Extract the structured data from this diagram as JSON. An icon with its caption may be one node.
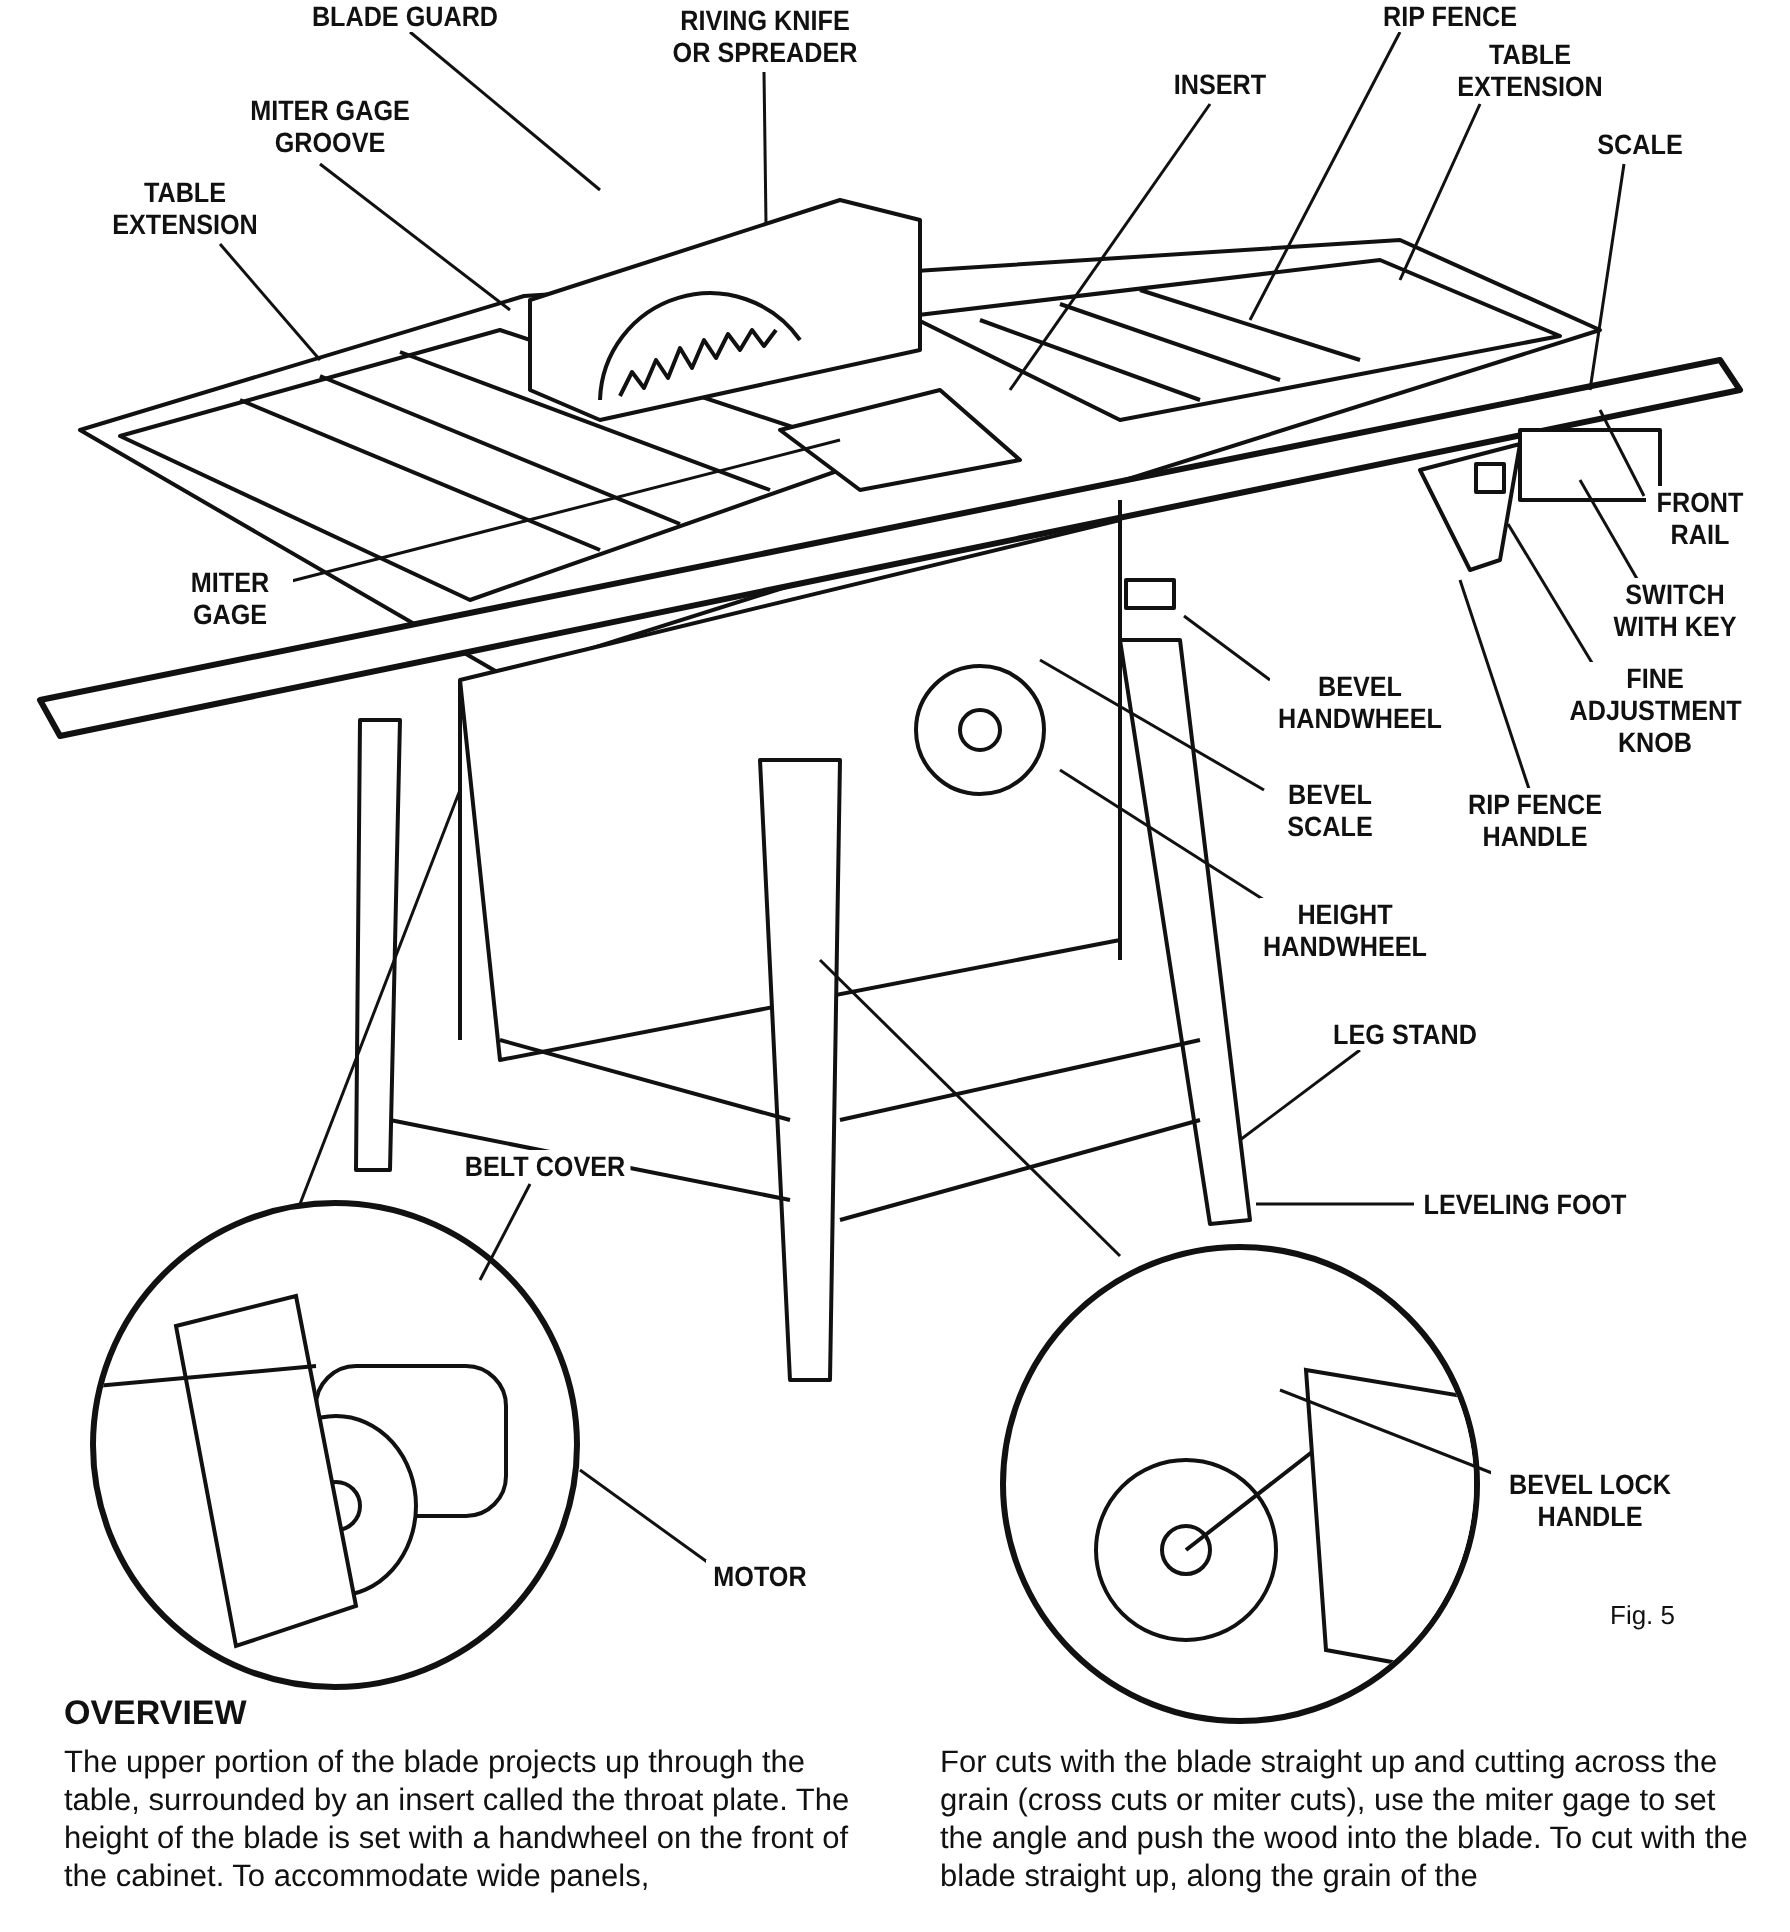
{
  "diagram": {
    "nodes": [
      {
        "text": [
          "BLADE GUARD"
        ]
      },
      {
        "text": [
          "RIVING KNIFE OR SPREADER"
        ]
      },
      {
        "text": [
          "RIP FENCE"
        ]
      },
      {
        "text": [
          "INSERT"
        ]
      },
      {
        "text": [
          "TABLE EXTENSION"
        ]
      },
      {
        "text": [
          "SCALE"
        ]
      },
      {
        "text": [
          "MITER GAGE GROOVE"
        ]
      },
      {
        "text": [
          "TABLE EXTENSION"
        ]
      },
      {
        "text": [
          "MITER GAGE"
        ]
      },
      {
        "text": [
          "FRONT RAIL"
        ]
      },
      {
        "text": [
          "SWITCH WITH KEY"
        ]
      },
      {
        "text": [
          "FINE ADJUSTMENT KNOB"
        ]
      },
      {
        "text": [
          "RIP FENCE HANDLE"
        ]
      },
      {
        "text": [
          "BEVEL HANDWHEEL"
        ]
      },
      {
        "text": [
          "BEVEL SCALE"
        ]
      },
      {
        "text": [
          "HEIGHT HANDWHEEL"
        ]
      },
      {
        "text": [
          "LEG STAND"
        ]
      },
      {
        "text": [
          "LEVELING FOOT"
        ]
      },
      {
        "text": [
          "BELT COVER"
        ]
      },
      {
        "text": [
          "MOTOR"
        ]
      },
      {
        "text": [
          "BEVEL LOCK HANDLE"
        ]
      },
      {
        "text": [],
        "shape": "circle"
      },
      {
        "text": [],
        "shape": "circle"
      }
    ],
    "edges": [
      {
        "from": 0,
        "to": null,
        "arrow": "none"
      },
      {
        "from": 1,
        "to": null,
        "arrow": "none"
      },
      {
        "from": 2,
        "to": null,
        "arrow": "none"
      },
      {
        "from": 3,
        "to": null,
        "arrow": "none"
      },
      {
        "from": 4,
        "to": null,
        "arrow": "none"
      },
      {
        "from": 5,
        "to": null,
        "arrow": "none"
      },
      {
        "from": 6,
        "to": null,
        "arrow": "none"
      },
      {
        "from": 7,
        "to": null,
        "arrow": "none"
      },
      {
        "from": 8,
        "to": null,
        "arrow": "none"
      },
      {
        "from": 9,
        "to": null,
        "arrow": "none"
      },
      {
        "from": 10,
        "to": null,
        "arrow": "none"
      },
      {
        "from": 11,
        "to": null,
        "arrow": "none"
      },
      {
        "from": 12,
        "to": null,
        "arrow": "none"
      },
      {
        "from": 13,
        "to": null,
        "arrow": "none"
      },
      {
        "from": 14,
        "to": null,
        "arrow": "none"
      },
      {
        "from": 15,
        "to": null,
        "arrow": "none"
      },
      {
        "from": 16,
        "to": null,
        "arrow": "none"
      },
      {
        "from": 17,
        "to": null,
        "arrow": "none"
      },
      {
        "from": 18,
        "to": 21,
        "arrow": "none"
      },
      {
        "from": 19,
        "to": 21,
        "arrow": "none"
      },
      {
        "from": 20,
        "to": 22,
        "arrow": "none"
      },
      {
        "from": null,
        "to": 21,
        "arrow": "none"
      },
      {
        "from": null,
        "to": 22,
        "arrow": "none"
      }
    ],
    "labels": [
      "Fig. 5",
      "OVERVIEW",
      "The upper portion of the blade projects up through the table, surrounded by an insert called the throat plate. The height of the blade is set with a handwheel on the front of the cabinet. To accommodate wide panels,",
      "For cuts with the blade straight up and cutting across the grain (cross cuts or miter cuts), use the miter gage to set the angle and push the wood into the blade. To cut with the blade straight up, along the grain of the"
    ]
  }
}
